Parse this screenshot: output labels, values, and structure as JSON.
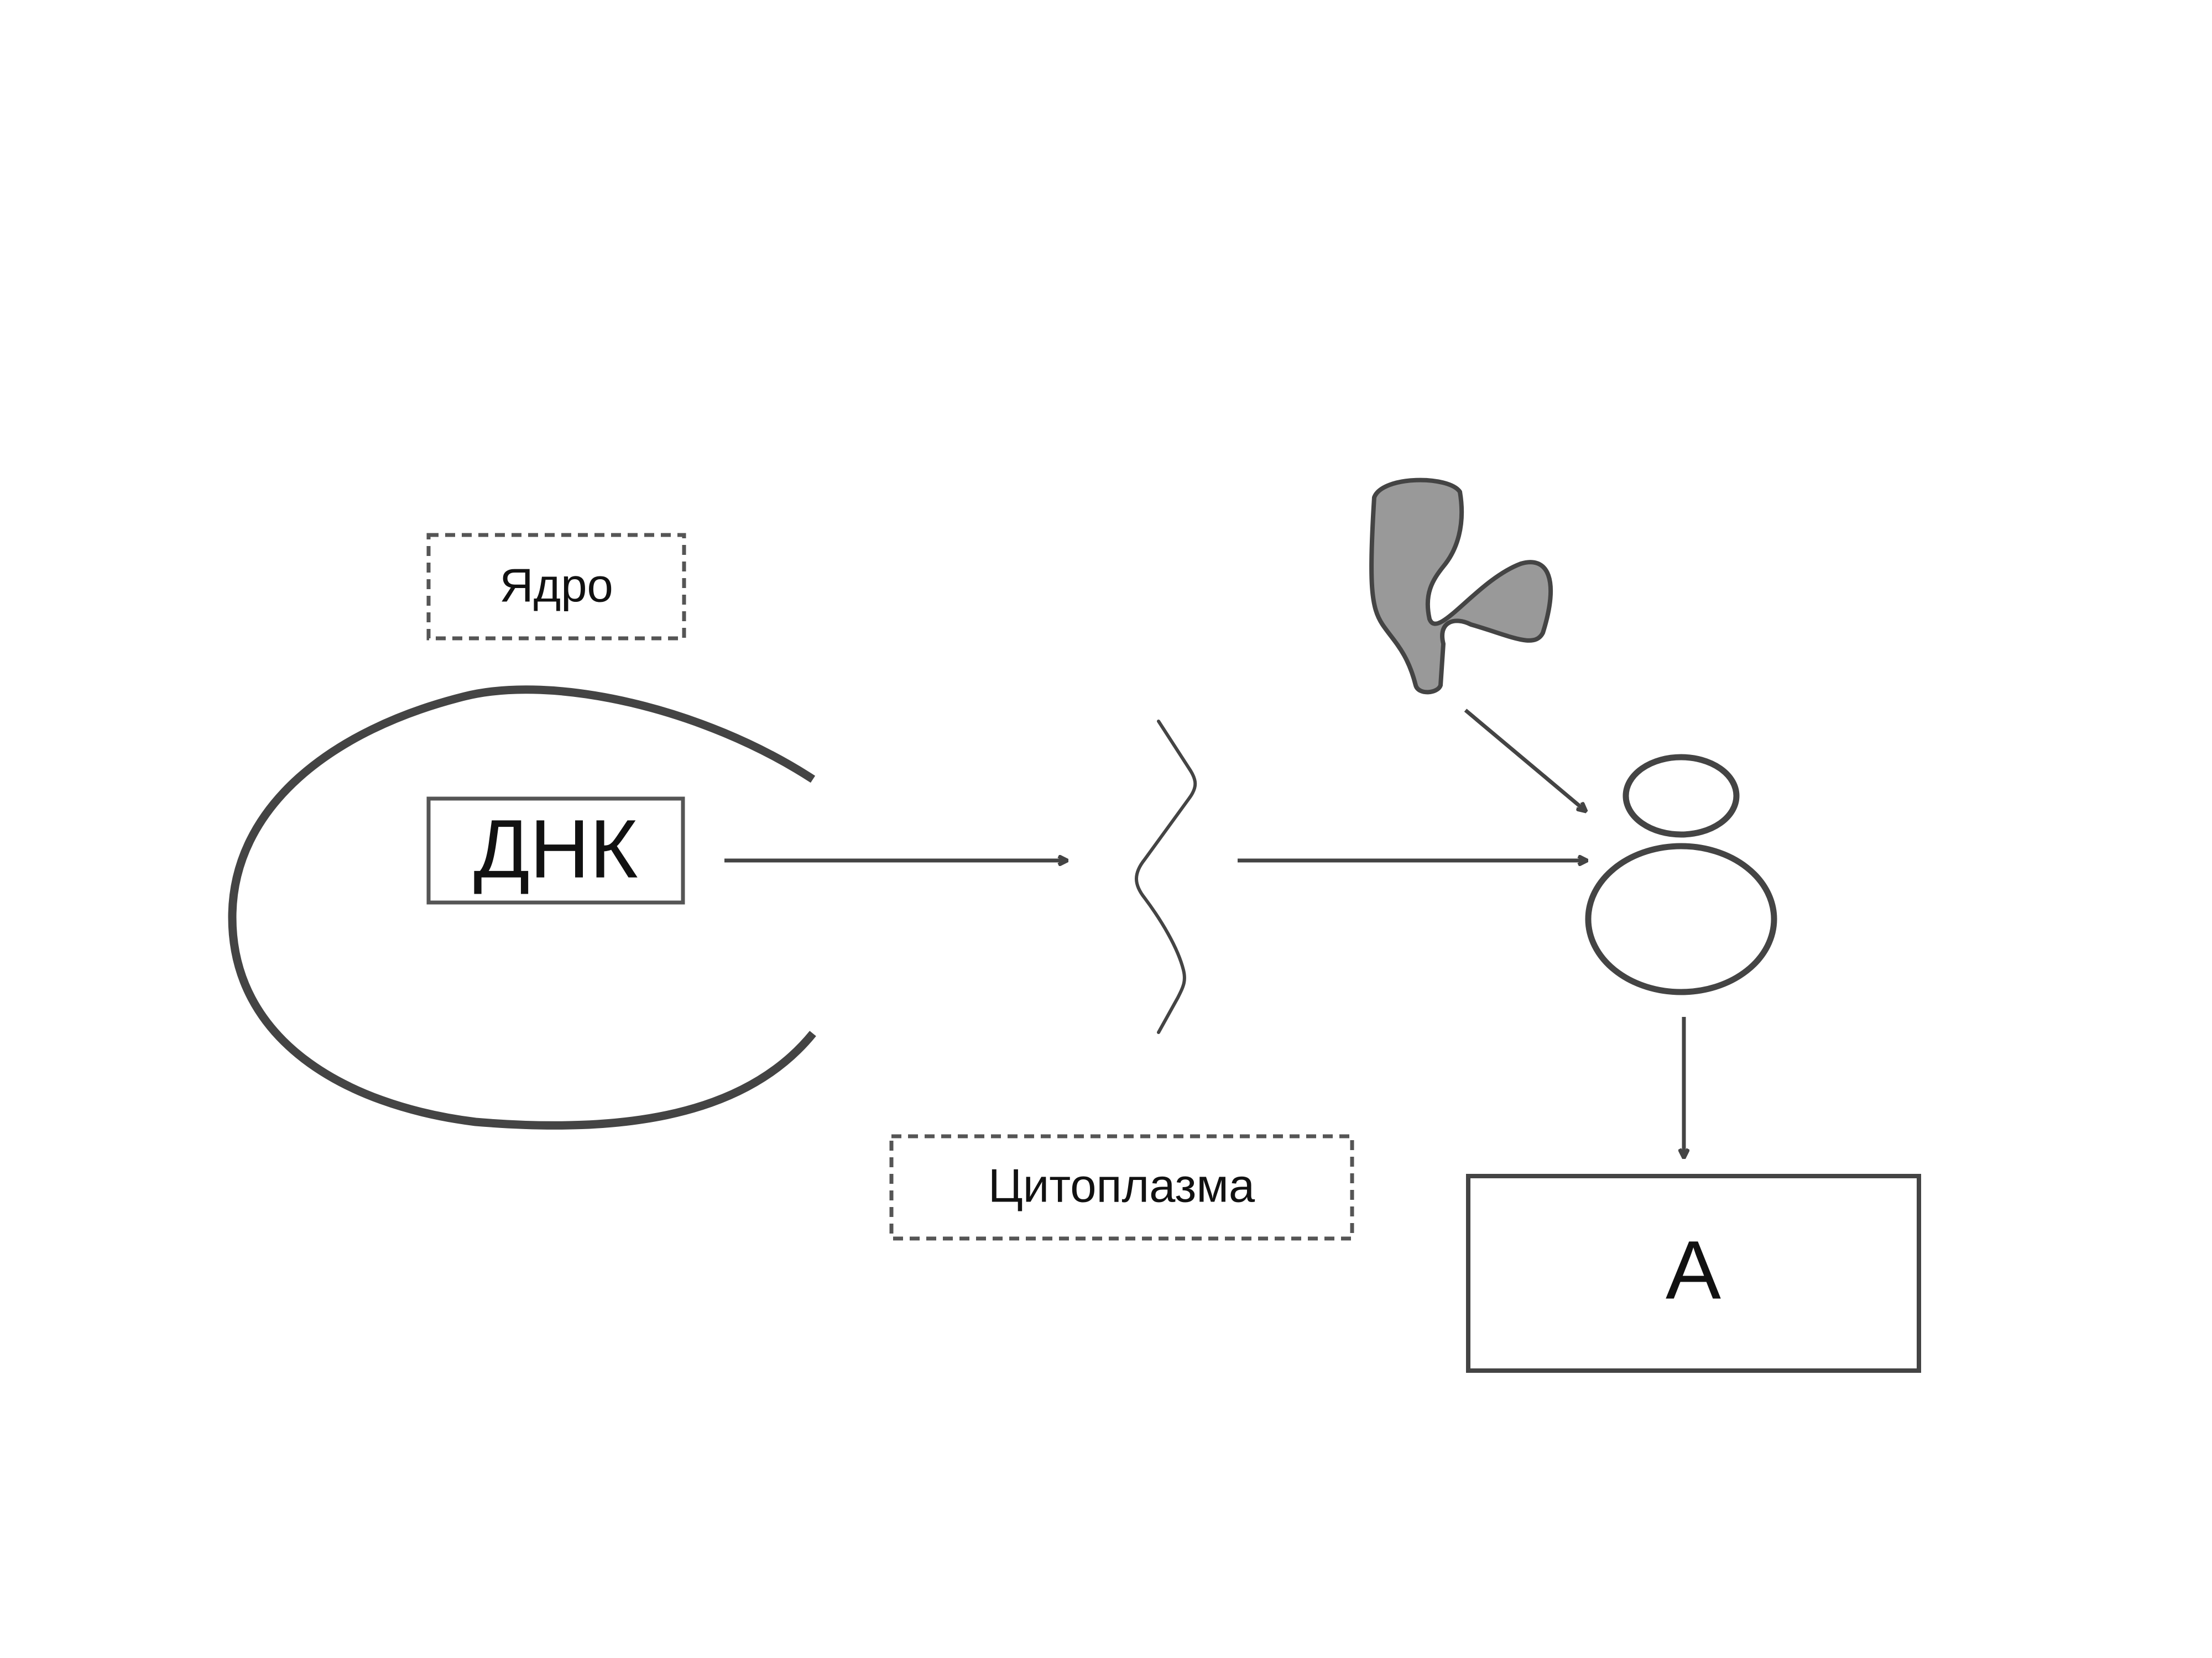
{
  "diagram": {
    "nucleus_label": "Ядро",
    "dna_label": "ДНК",
    "cytoplasm_label": "Цитоплазма",
    "product_label": "А"
  },
  "colors": {
    "stroke": "#444444",
    "trna_fill": "#999999",
    "text": "#111111",
    "background": "#ffffff"
  }
}
